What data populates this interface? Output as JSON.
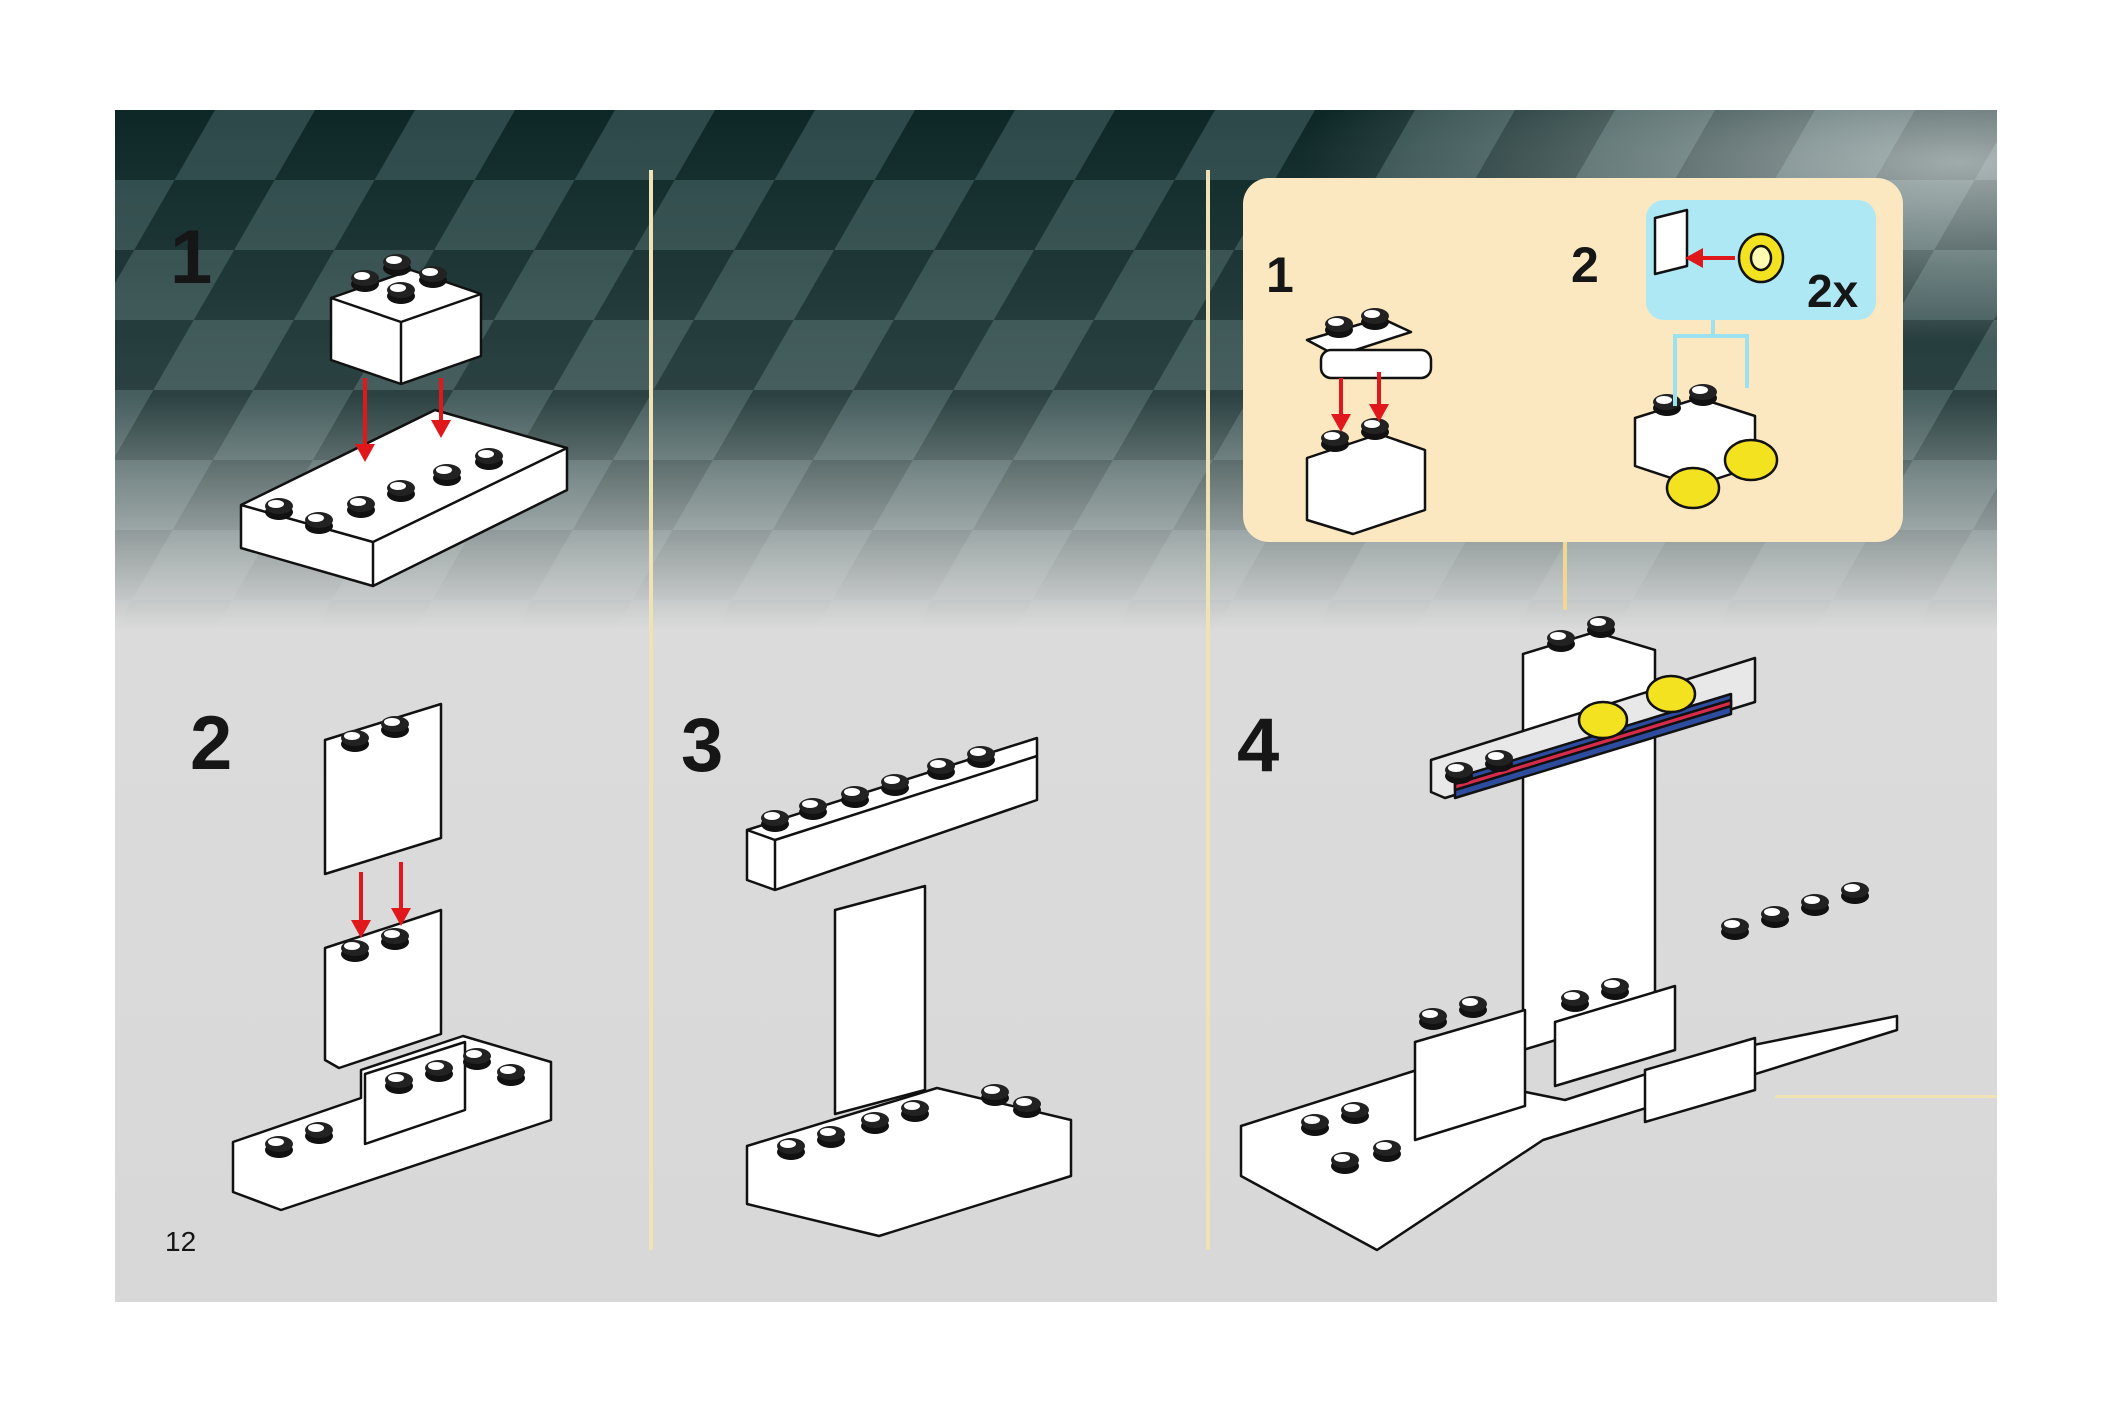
{
  "page_number": "12",
  "steps": [
    {
      "number": "1"
    },
    {
      "number": "2"
    },
    {
      "number": "3"
    },
    {
      "number": "4",
      "substeps": [
        {
          "number": "1"
        },
        {
          "number": "2",
          "quantity": "2x"
        }
      ]
    }
  ],
  "colors": {
    "brick": "#ffffff",
    "arrow": "#e0181b",
    "callout": "#fbe8c0",
    "substep_highlight": "#aee8f5",
    "divider": "#efe3b6",
    "wheel": "#f2e21f"
  }
}
